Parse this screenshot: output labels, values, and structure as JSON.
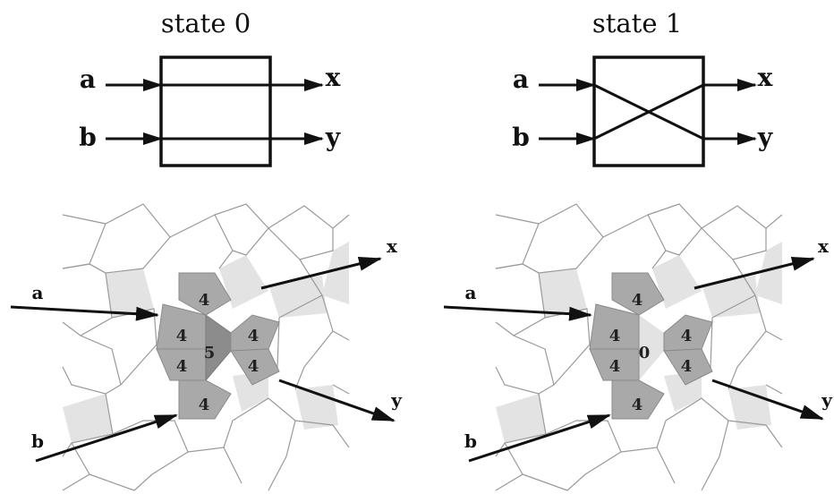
{
  "states": [
    {
      "title": "state 0",
      "inputs": [
        "a",
        "b"
      ],
      "outputs": [
        "x",
        "y"
      ],
      "routing": "straight",
      "lower": {
        "in_labels": [
          "a",
          "b"
        ],
        "out_labels": [
          "x",
          "y"
        ],
        "cells": [
          "4",
          "4",
          "4",
          "5",
          "4",
          "4",
          "4"
        ]
      }
    },
    {
      "title": "state 1",
      "inputs": [
        "a",
        "b"
      ],
      "outputs": [
        "x",
        "y"
      ],
      "routing": "crossed",
      "lower": {
        "in_labels": [
          "a",
          "b"
        ],
        "out_labels": [
          "x",
          "y"
        ],
        "cells": [
          "4",
          "4",
          "4",
          "0",
          "4",
          "4",
          "4"
        ]
      }
    }
  ],
  "colors": {
    "dark_tile": "#a9a9a9",
    "center_tile": "#8c8c8c",
    "light_tile": "#e3e3e3",
    "line": "#111111"
  }
}
